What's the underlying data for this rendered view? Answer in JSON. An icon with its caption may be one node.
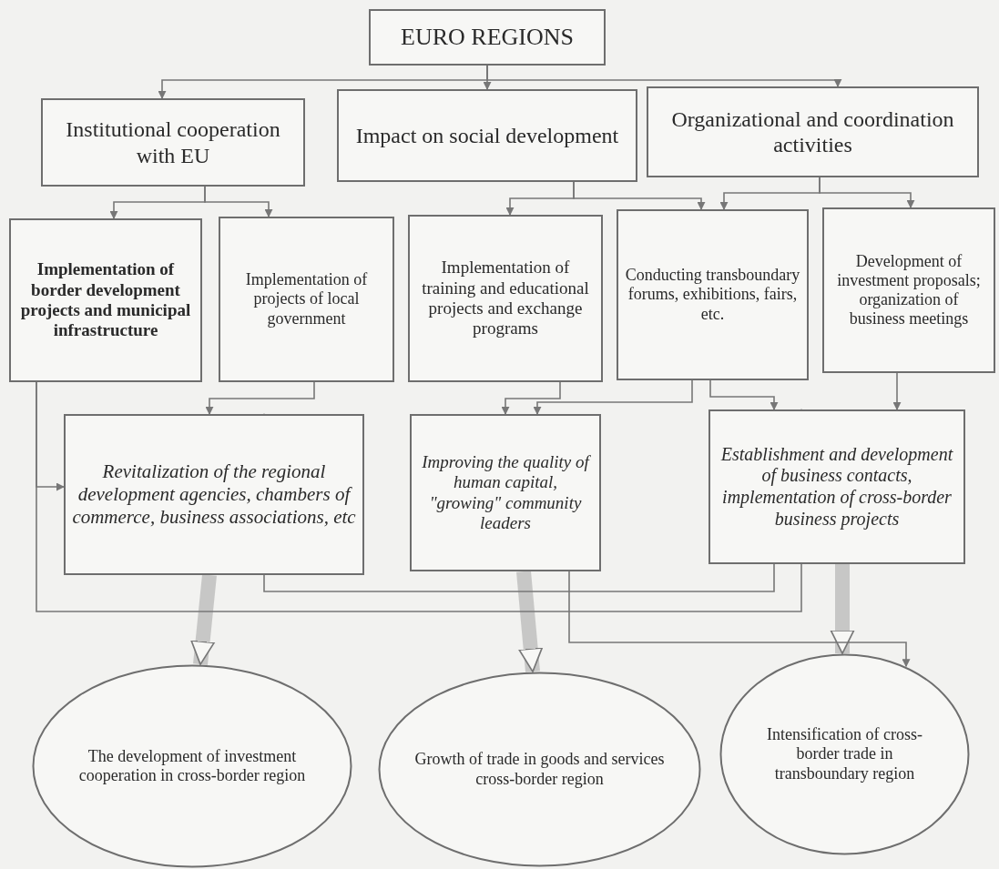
{
  "diagram": {
    "nodes": [
      {
        "text": [
          "EURO REGIONS"
        ]
      },
      {
        "text": [
          "Institutional cooperation with EU"
        ]
      },
      {
        "text": [
          "Impact on social development"
        ]
      },
      {
        "text": [
          "Organizational and coordination activities"
        ]
      },
      {
        "text": [
          "Implementation of border development projects and municipal infrastructure"
        ]
      },
      {
        "text": [
          "Implementation of projects of local government"
        ]
      },
      {
        "text": [
          "Implementation of training and educational projects and exchange programs"
        ]
      },
      {
        "text": [
          "Conducting transboundary forums, exhibitions, fairs, etc."
        ]
      },
      {
        "text": [
          "Development of investment proposals; organization of business meetings"
        ]
      },
      {
        "text": [
          "Revitalization of the regional development agencies, chambers of commerce, business associations, etc"
        ]
      },
      {
        "text": [
          "Improving the quality of human capital, \"growing\" community leaders"
        ]
      },
      {
        "text": [
          "Establishment and development of business contacts, implementation of cross-border business projects"
        ]
      },
      {
        "text": [
          "The development of investment cooperation in cross-border region"
        ]
      },
      {
        "text": [
          "Growth of trade in goods and services cross-border region"
        ]
      },
      {
        "text": [
          "Intensification of cross-border trade in transboundary region"
        ]
      }
    ],
    "edges": [
      {
        "from": 0,
        "to": 1,
        "arrow": "to"
      },
      {
        "from": 0,
        "to": 2,
        "arrow": "to"
      },
      {
        "from": 0,
        "to": 3,
        "arrow": "to"
      },
      {
        "from": 1,
        "to": 4,
        "arrow": "to"
      },
      {
        "from": 1,
        "to": 5,
        "arrow": "to"
      },
      {
        "from": 2,
        "to": 6,
        "arrow": "to"
      },
      {
        "from": 2,
        "to": 7,
        "arrow": "to"
      },
      {
        "from": 3,
        "to": 7,
        "arrow": "to"
      },
      {
        "from": 3,
        "to": 8,
        "arrow": "to"
      },
      {
        "from": 5,
        "to": 9,
        "arrow": "to"
      },
      {
        "from": 6,
        "to": 10,
        "arrow": "to"
      },
      {
        "from": 7,
        "to": 10,
        "arrow": "to"
      },
      {
        "from": 7,
        "to": 11,
        "arrow": "to"
      },
      {
        "from": 8,
        "to": 11,
        "arrow": "to"
      },
      {
        "from": 4,
        "to": 9,
        "arrow": "to"
      },
      {
        "from": 4,
        "to": 11,
        "arrow": "to"
      },
      {
        "from": 11,
        "to": 9,
        "arrow": "to"
      },
      {
        "from": 9,
        "to": 12,
        "arrow": "to",
        "style": "thick"
      },
      {
        "from": 10,
        "to": 13,
        "arrow": "to",
        "style": "thick"
      },
      {
        "from": 11,
        "to": 14,
        "arrow": "to",
        "style": "thick"
      },
      {
        "from": 10,
        "to": 14,
        "arrow": "to"
      }
    ]
  }
}
